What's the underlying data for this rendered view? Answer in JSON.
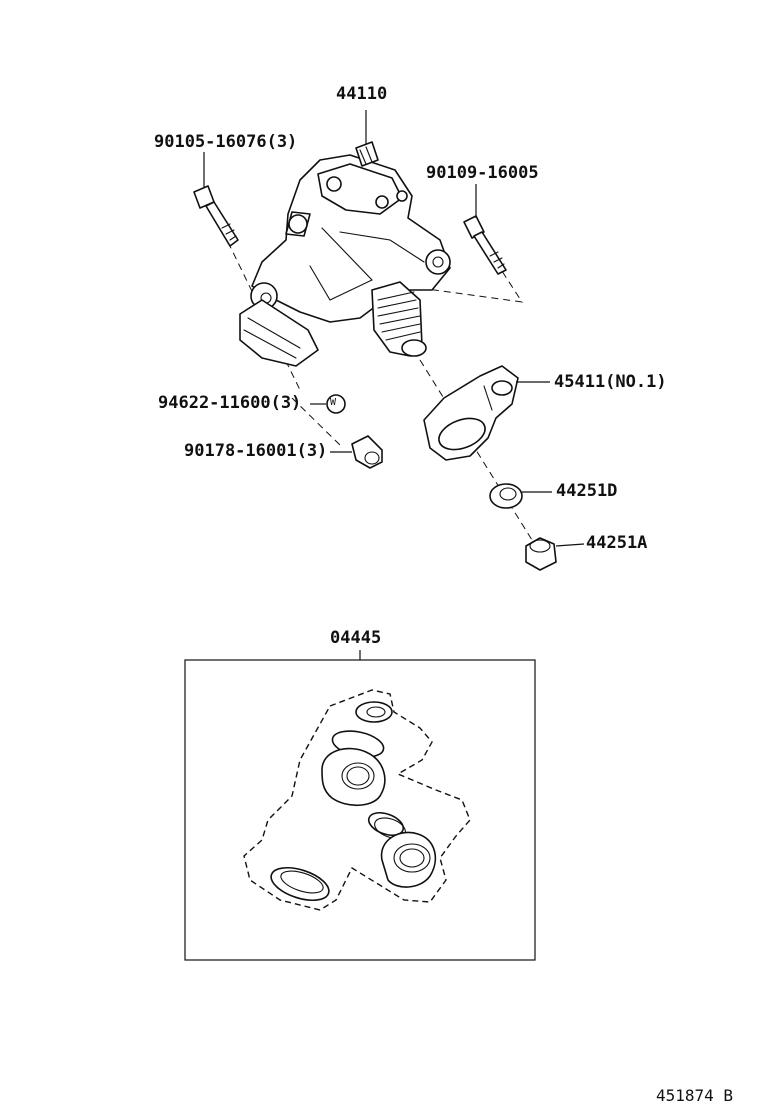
{
  "labels": {
    "gear_housing": "44110",
    "bolt_left": "90105-16076(3)",
    "bolt_right": "90109-16005",
    "washer": "94622-11600(3)",
    "washer_symbol": "W",
    "nut": "90178-16001(3)",
    "pitman_arm": "45411(NO.1)",
    "lock_washer": "44251D",
    "arm_nut": "44251A",
    "gasket_kit": "04445",
    "diagram_code": "451874 B"
  }
}
